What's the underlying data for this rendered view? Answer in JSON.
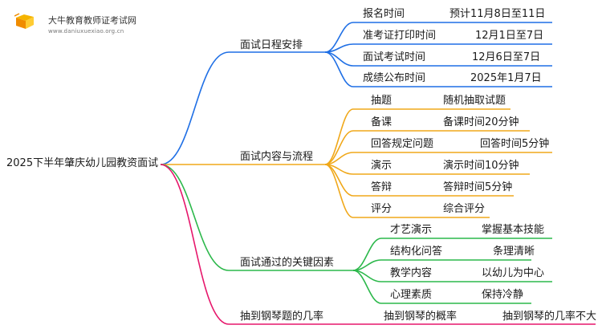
{
  "logo": {
    "title": "大牛教育教师证考试网",
    "url": "www.daniuxuexiao.org.cn"
  },
  "colors": {
    "blue": "#1f6fe5",
    "orange": "#f0a81a",
    "green": "#2cb84b",
    "pink": "#e6166b"
  },
  "root": {
    "label": "2025下半年肇庆幼儿园教资面试"
  },
  "branches": [
    {
      "label": "面试日程安排",
      "items": [
        {
          "k": "报名时间",
          "v": "预计11月8日至11日"
        },
        {
          "k": "准考证打印时间",
          "v": "12月1日至7日"
        },
        {
          "k": "面试考试时间",
          "v": "12月6日至7日"
        },
        {
          "k": "成绩公布时间",
          "v": "2025年1月7日"
        }
      ]
    },
    {
      "label": "面试内容与流程",
      "items": [
        {
          "k": "抽题",
          "v": "随机抽取试题"
        },
        {
          "k": "备课",
          "v": "备课时间20分钟"
        },
        {
          "k": "回答规定问题",
          "v": "回答时间5分钟"
        },
        {
          "k": "演示",
          "v": "演示时间10分钟"
        },
        {
          "k": "答辩",
          "v": "答辩时间5分钟"
        },
        {
          "k": "评分",
          "v": "综合评分"
        }
      ]
    },
    {
      "label": "面试通过的关键因素",
      "items": [
        {
          "k": "才艺演示",
          "v": "掌握基本技能"
        },
        {
          "k": "结构化问答",
          "v": "条理清晰"
        },
        {
          "k": "教学内容",
          "v": "以幼儿为中心"
        },
        {
          "k": "心理素质",
          "v": "保持冷静"
        }
      ]
    },
    {
      "label": "抽到钢琴题的几率",
      "items": [
        {
          "k": "抽到钢琴的概率",
          "v": "抽到钢琴的几率不大"
        }
      ]
    }
  ]
}
